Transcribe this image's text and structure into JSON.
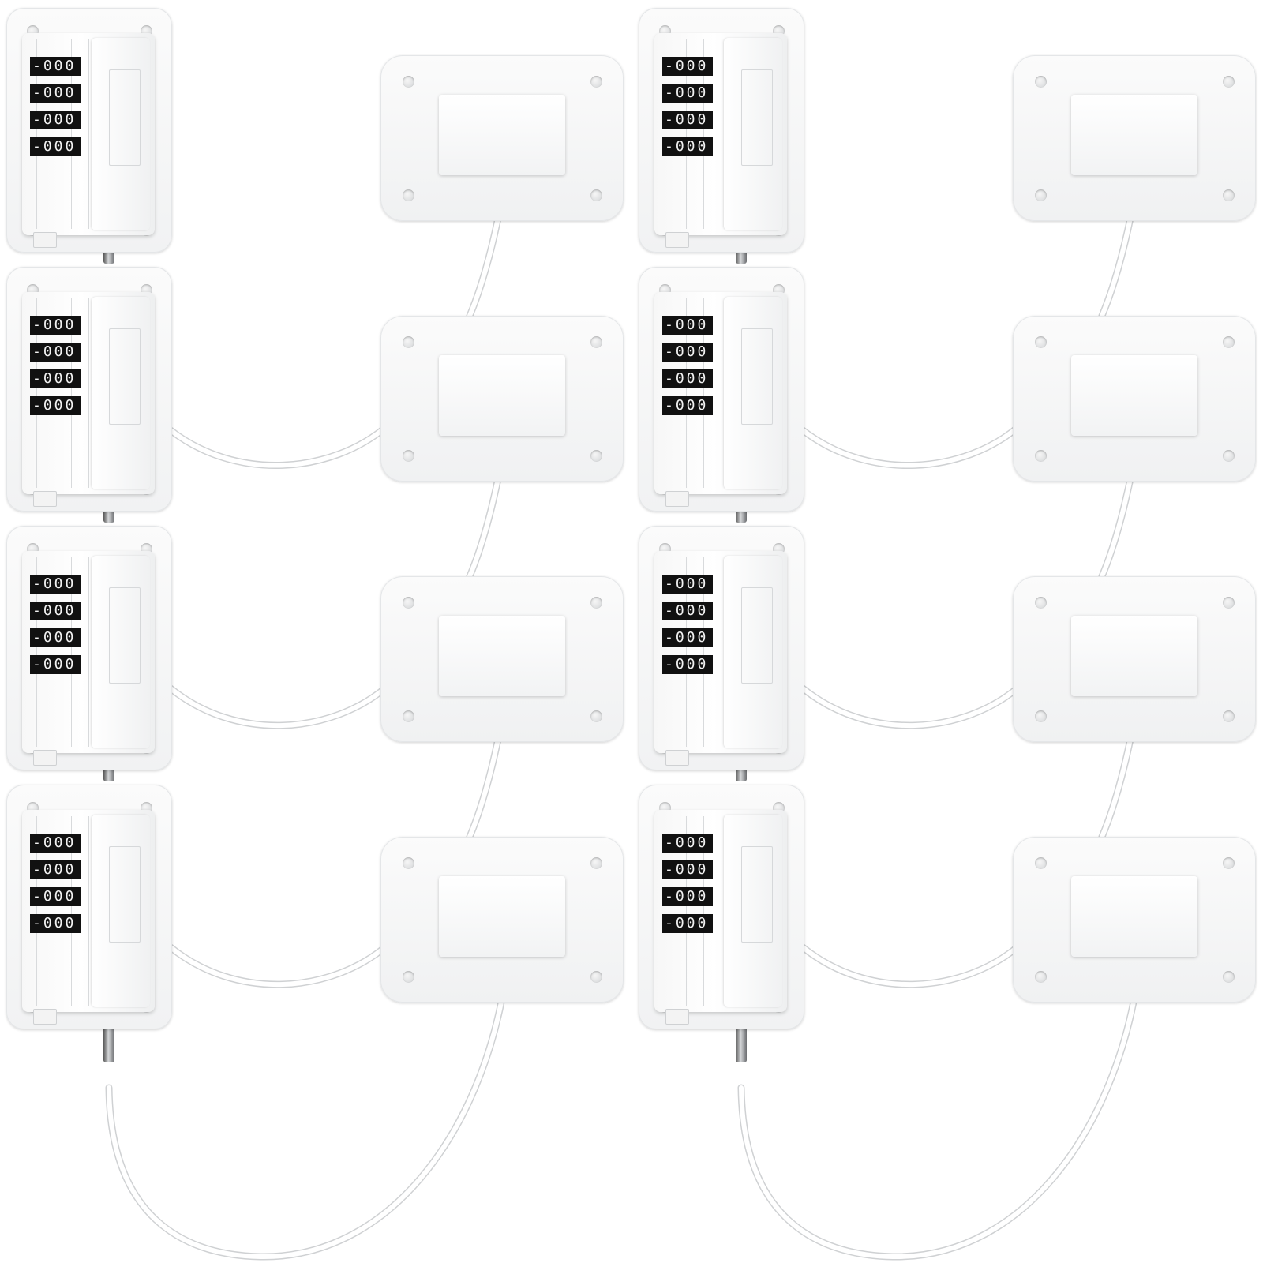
{
  "photo": {
    "subject": "",
    "background_color": "#ffffff",
    "product_color": "#ffffff",
    "dial_color": "#111111"
  },
  "locks": [
    {
      "wheels": [
        "-000",
        "-000",
        "-000",
        "-000"
      ]
    },
    {
      "wheels": [
        "-000",
        "-000",
        "-000",
        "-000"
      ]
    },
    {
      "wheels": [
        "-000",
        "-000",
        "-000",
        "-000"
      ]
    },
    {
      "wheels": [
        "-000",
        "-000",
        "-000",
        "-000"
      ]
    },
    {
      "wheels": [
        "-000",
        "-000",
        "-000",
        "-000"
      ]
    },
    {
      "wheels": [
        "-000",
        "-000",
        "-000",
        "-000"
      ]
    },
    {
      "wheels": [
        "-000",
        "-000",
        "-000",
        "-000"
      ]
    },
    {
      "wheels": [
        "-000",
        "-000",
        "-000",
        "-000"
      ]
    }
  ]
}
